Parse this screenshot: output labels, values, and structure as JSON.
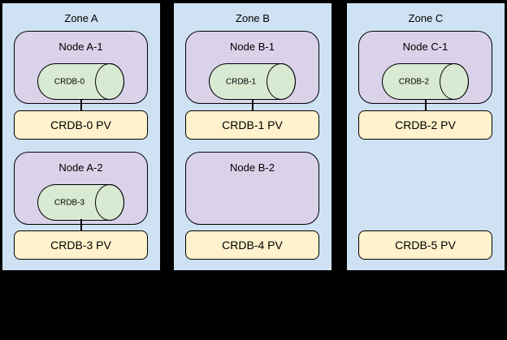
{
  "colors": {
    "background": "#000000",
    "zone_fill": "#cfe2f3",
    "node_fill": "#d9d2e9",
    "cylinder_fill": "#d9ead3",
    "pv_fill": "#fff2cc",
    "border": "#000000",
    "text": "#000000"
  },
  "zones": [
    {
      "label": "Zone A",
      "slots": [
        {
          "node_label": "Node A-1",
          "cylinder_label": "CRDB-0",
          "pv_label": "CRDB-0 PV",
          "connected": true
        },
        {
          "node_label": "Node A-2",
          "cylinder_label": "CRDB-3",
          "pv_label": "CRDB-3 PV",
          "connected": true
        }
      ]
    },
    {
      "label": "Zone B",
      "slots": [
        {
          "node_label": "Node B-1",
          "cylinder_label": "CRDB-1",
          "pv_label": "CRDB-1 PV",
          "connected": true
        },
        {
          "node_label": "Node B-2",
          "cylinder_label": null,
          "pv_label": "CRDB-4 PV",
          "connected": false
        }
      ]
    },
    {
      "label": "Zone C",
      "slots": [
        {
          "node_label": "Node C-1",
          "cylinder_label": "CRDB-2",
          "pv_label": "CRDB-2 PV",
          "connected": true
        },
        {
          "node_label": null,
          "cylinder_label": null,
          "pv_label": "CRDB-5 PV",
          "connected": false
        }
      ]
    }
  ]
}
